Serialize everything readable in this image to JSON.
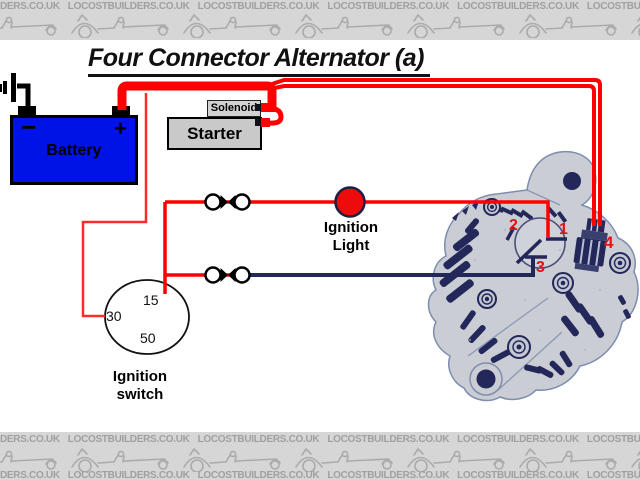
{
  "banner": {
    "watermark_text": "LOCOSTBUILDERS.CO.UK"
  },
  "title": "Four Connector Alternator (a)",
  "battery": {
    "label": "Battery",
    "negative_sign": "−",
    "positive_sign": "+"
  },
  "starter": {
    "label": "Starter"
  },
  "solenoid": {
    "label": "Solenoid"
  },
  "ignition_light": {
    "line1": "Ignition",
    "line2": "Light"
  },
  "ignition_switch": {
    "line1": "Ignition",
    "line2": "switch",
    "terminal_15": "15",
    "terminal_30": "30",
    "terminal_50": "50"
  },
  "alternator": {
    "terminal_1": "1",
    "terminal_2": "2",
    "terminal_3": "3",
    "terminal_4": "4"
  },
  "colors": {
    "wire_red": "#ff0000",
    "wire_thin_red": "#ff2a2a",
    "wire_navy": "#23275a",
    "battery_blue": "#0013e6",
    "ignition_light_red": "#ee0b0b",
    "terminal_number_red": "#e51212",
    "box_gray": "#c9c9c9",
    "banner_background": "#d6d6d6",
    "banner_ink": "#a0a0a0",
    "alternator_body_gray": "#cacdd4",
    "alternator_detail_navy": "#23275a"
  }
}
